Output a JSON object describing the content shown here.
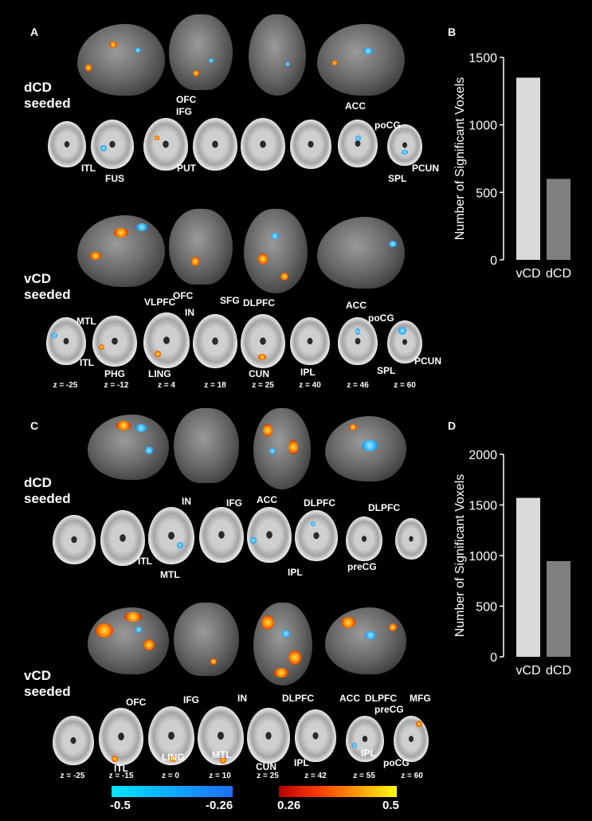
{
  "panels": {
    "A": "A",
    "B": "B",
    "C": "C",
    "D": "D"
  },
  "seeds": {
    "dCD": "dCD",
    "vCD": "vCD",
    "seeded": "seeded"
  },
  "region_labels_A_dCD": [
    "OFC",
    "IFG",
    "ACC",
    "poCG",
    "ITL",
    "FUS",
    "PUT",
    "SPL",
    "PCUN"
  ],
  "region_labels_A_vCD": [
    "OFC",
    "VLPFC",
    "SFG",
    "DLPFC",
    "IN",
    "MTL",
    "ACC",
    "poCG",
    "ITL",
    "PHG",
    "LING",
    "CUN",
    "IPL",
    "SPL",
    "PCUN"
  ],
  "region_labels_C_dCD": [
    "IN",
    "IFG",
    "ACC",
    "DLPFC",
    "DLPFC",
    "ITL",
    "MTL",
    "IPL",
    "preCG"
  ],
  "region_labels_C_vCD": [
    "OFC",
    "IFG",
    "IN",
    "DLPFC",
    "ACC",
    "DLPFC",
    "preCG",
    "MFG",
    "ITL",
    "LING",
    "MTL",
    "CUN",
    "IPL",
    "IPL",
    "poCG"
  ],
  "z_labels_top": [
    "z = -25",
    "z = -12",
    "z = 4",
    "z = 18",
    "z = 25",
    "z = 40",
    "z = 46",
    "z = 60"
  ],
  "z_labels_bottom": [
    "z = -25",
    "z = -15",
    "z = 0",
    "z = 10",
    "z = 25",
    "z = 42",
    "z = 55",
    "z = 60"
  ],
  "colorbar": {
    "neg_min": "-0.5",
    "neg_max": "-0.26",
    "pos_min": "0.26",
    "pos_max": "0.5",
    "neg_color_a": "#00e5ff",
    "neg_color_b": "#1e6fff",
    "pos_color_a": "#b80000",
    "pos_color_b": "#ffff00"
  },
  "chart_data": [
    {
      "type": "bar",
      "panel": "B",
      "categories": [
        "vCD",
        "dCD"
      ],
      "values": [
        1350,
        600
      ],
      "colors": [
        "#d9d9d9",
        "#7f7f7f"
      ],
      "ylabel": "Number of Significant Voxels",
      "ylim": [
        0,
        1500
      ],
      "yticks": [
        0,
        500,
        1000,
        1500
      ]
    },
    {
      "type": "bar",
      "panel": "D",
      "categories": [
        "vCD",
        "dCD"
      ],
      "values": [
        1570,
        945
      ],
      "colors": [
        "#d9d9d9",
        "#7f7f7f"
      ],
      "ylabel": "Number of Significant Voxels",
      "ylim": [
        0,
        2000
      ],
      "yticks": [
        0,
        500,
        1000,
        1500,
        2000
      ]
    }
  ]
}
